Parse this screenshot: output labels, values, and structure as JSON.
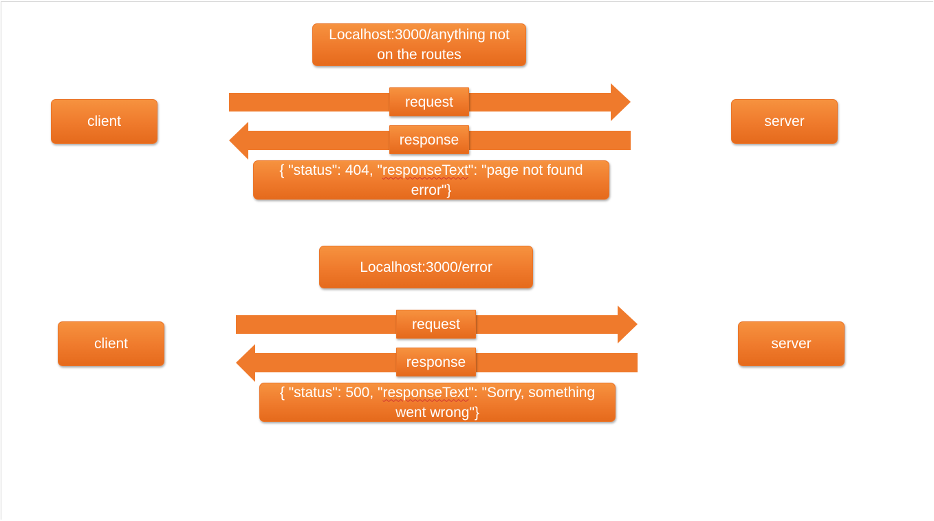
{
  "colors": {
    "accent": "#ef7a2c",
    "text": "#ffffff"
  },
  "diagrams": [
    {
      "client_label": "client",
      "server_label": "server",
      "url_label": "Localhost:3000/anything not on the routes",
      "request_label": "request",
      "response_label": "response",
      "response_body": {
        "prefix": "{  \"status\": 404,  \"",
        "underlined": "responseText",
        "suffix": "\": \"page not found error\"}"
      }
    },
    {
      "client_label": "client",
      "server_label": "server",
      "url_label": "Localhost:3000/error",
      "request_label": "request",
      "response_label": "response",
      "response_body": {
        "prefix": "{  \"status\": 500,  \"",
        "underlined": "responseText",
        "suffix": "\": \"Sorry, something went wrong\"}"
      }
    }
  ]
}
